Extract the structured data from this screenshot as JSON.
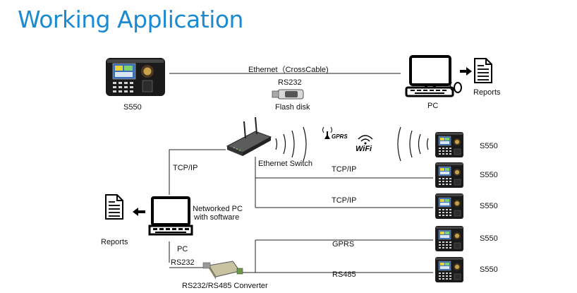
{
  "title": "Working Application",
  "top_row": {
    "device_label": "S550",
    "link_label": "Ethernet（CrossCable)",
    "rs232_label": "RS232",
    "flash_label": "Flash disk",
    "pc_label": "PC",
    "reports_label": "Reports"
  },
  "network": {
    "switch_label": "Ethernet Switch",
    "pc_link_label": "TCP/IP",
    "pc_desc_line1": "Networked PC",
    "pc_desc_line2": "with software",
    "pc_label": "PC",
    "reports_label": "Reports",
    "pc_rs232_label": "RS232",
    "converter_label": "RS232/RS485 Converter",
    "gprs_icon_text": "GPRS",
    "wifi_icon_text": "WiFi"
  },
  "devices": [
    {
      "label": "S550",
      "link": ""
    },
    {
      "label": "S550",
      "link": "TCP/IP"
    },
    {
      "label": "S550",
      "link": "TCP/IP"
    },
    {
      "label": "S550",
      "link": "GPRS"
    },
    {
      "label": "S550",
      "link": "RS485"
    }
  ],
  "colors": {
    "title": "#1b8ad3",
    "device_body": "#1a1a1a",
    "device_screen": "#3d6fb8",
    "line": "#222222"
  }
}
